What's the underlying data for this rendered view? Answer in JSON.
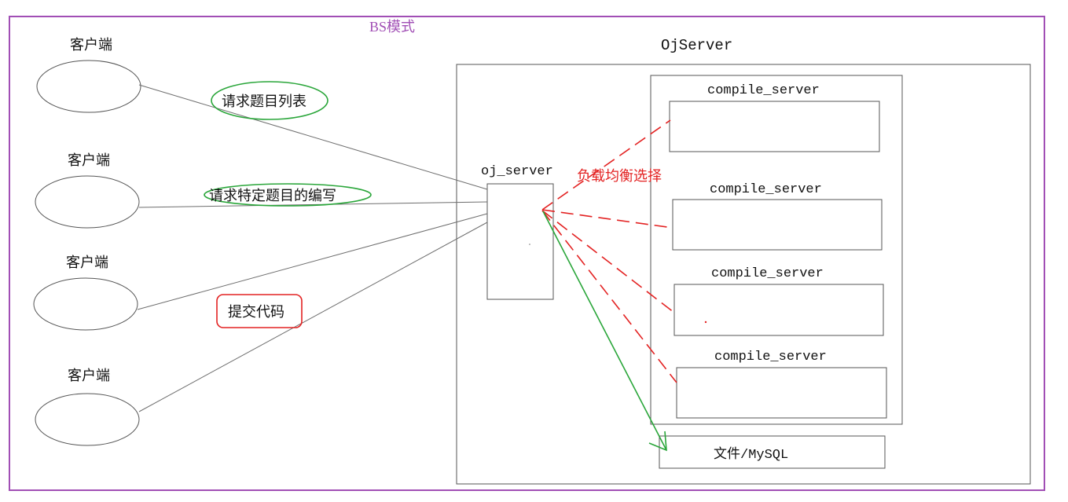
{
  "diagram": {
    "title": "BS模式",
    "server_group_title": "OjServer",
    "client_label": "客户端",
    "clients": [
      "客户端",
      "客户端",
      "客户端",
      "客户端"
    ],
    "request_labels": {
      "list": "请求题目列表",
      "edit": "请求特定题目的编写",
      "submit": "提交代码"
    },
    "oj_server_label": "oj_server",
    "balance_label": "负载均衡选择",
    "compile_servers": [
      "compile_server",
      "compile_server",
      "compile_server",
      "compile_server"
    ],
    "storage_label": "文件/MySQL",
    "colors": {
      "frame": "#a14fb5",
      "title": "#a14fb5",
      "line": "#6e6e6e",
      "box": "#555555",
      "green": "#2aa63a",
      "red": "#e32222"
    }
  }
}
